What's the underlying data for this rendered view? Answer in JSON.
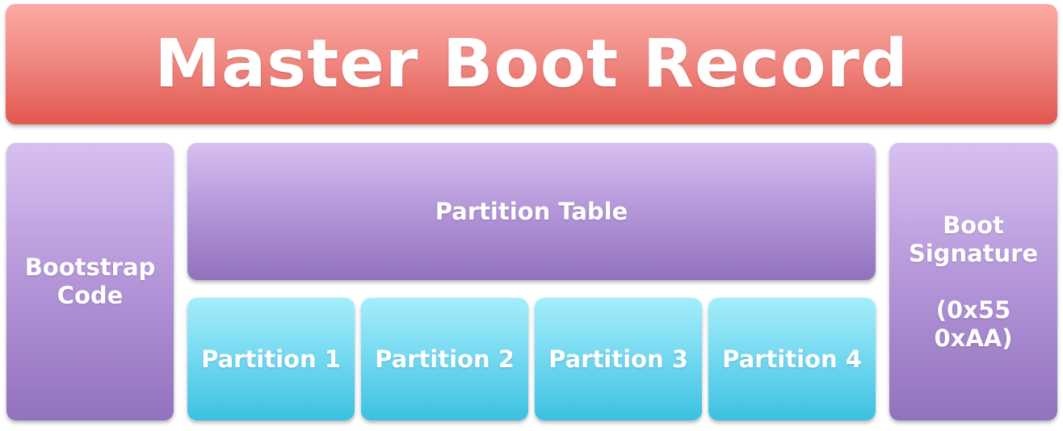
{
  "title": "Master Boot Record",
  "bootstrap": {
    "line1": "Bootstrap",
    "line2": "Code"
  },
  "partition_table": {
    "label": "Partition Table"
  },
  "partitions": [
    "Partition 1",
    "Partition 2",
    "Partition 3",
    "Partition 4"
  ],
  "boot_signature": {
    "line1": "Boot",
    "line2": "Signature",
    "line3": "(0x55",
    "line4": "0xAA)"
  },
  "colors": {
    "header": "#e2574e",
    "purple": "#9172bd",
    "cyan": "#3cc0e2",
    "text": "#ffffff"
  }
}
